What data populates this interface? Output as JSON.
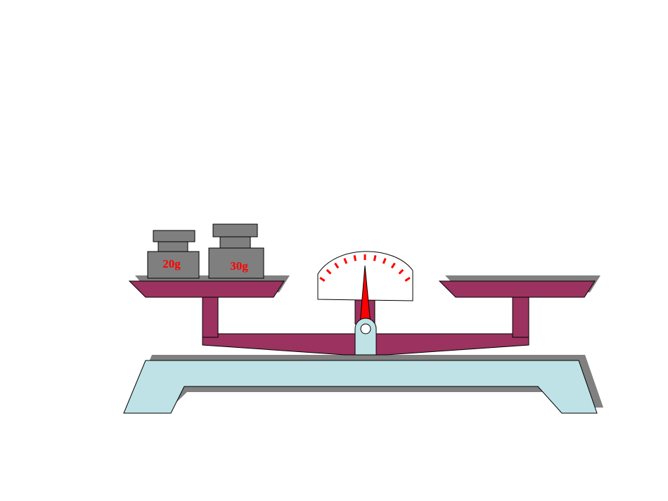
{
  "weights": [
    {
      "label": "20g"
    },
    {
      "label": "30g"
    }
  ],
  "dial": {
    "tick_count": 11,
    "needle_position": 0.5
  },
  "colors": {
    "pan": "#9b325f",
    "base": "#bfe2e6",
    "shadow": "#808080",
    "weight": "#7f7f7f",
    "tick": "#ff0000",
    "needle": "#ff0000",
    "label": "#ff0000",
    "outline": "#000000"
  }
}
